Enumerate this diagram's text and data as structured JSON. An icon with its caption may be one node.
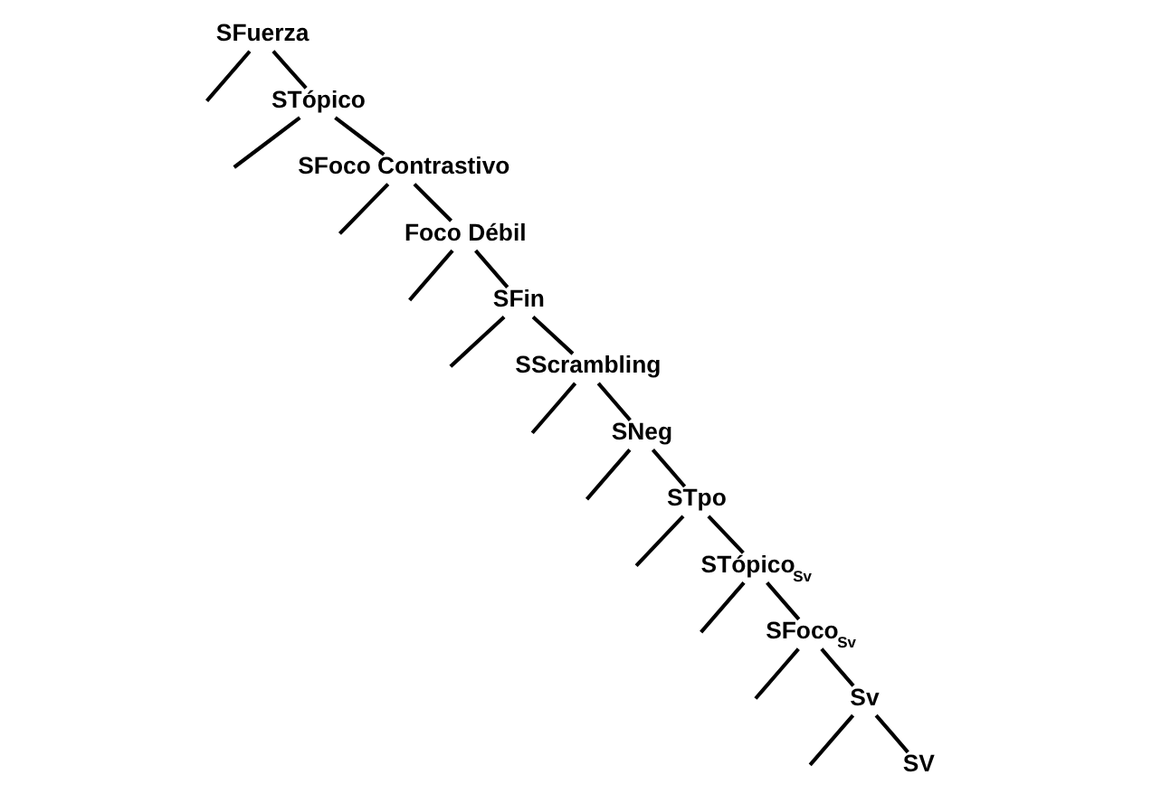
{
  "diagram": {
    "nodes": [
      {
        "text": [
          "SFuerza"
        ]
      },
      {
        "text": [
          "STópico"
        ]
      },
      {
        "text": [
          "SFoco Contrastivo"
        ]
      },
      {
        "text": [
          "Foco Débil"
        ]
      },
      {
        "text": [
          "SFin"
        ]
      },
      {
        "text": [
          "SScrambling"
        ]
      },
      {
        "text": [
          "SNeg"
        ]
      },
      {
        "text": [
          "STpo"
        ]
      },
      {
        "text": [
          "STópico$_{Sv}$"
        ]
      },
      {
        "text": [
          "SFoco$_{Sv}$"
        ]
      },
      {
        "text": [
          "Sv"
        ]
      },
      {
        "text": [
          "SV"
        ]
      }
    ],
    "edges": [
      {
        "from": 0,
        "to": null,
        "arrow": "none"
      },
      {
        "from": 0,
        "to": 1,
        "arrow": "none"
      },
      {
        "from": 1,
        "to": null,
        "arrow": "none"
      },
      {
        "from": 1,
        "to": 2,
        "arrow": "none"
      },
      {
        "from": 2,
        "to": null,
        "arrow": "none"
      },
      {
        "from": 2,
        "to": 3,
        "arrow": "none"
      },
      {
        "from": 3,
        "to": null,
        "arrow": "none"
      },
      {
        "from": 3,
        "to": 4,
        "arrow": "none"
      },
      {
        "from": 4,
        "to": null,
        "arrow": "none"
      },
      {
        "from": 4,
        "to": 5,
        "arrow": "none"
      },
      {
        "from": 5,
        "to": null,
        "arrow": "none"
      },
      {
        "from": 5,
        "to": 6,
        "arrow": "none"
      },
      {
        "from": 6,
        "to": null,
        "arrow": "none"
      },
      {
        "from": 6,
        "to": 7,
        "arrow": "none"
      },
      {
        "from": 7,
        "to": null,
        "arrow": "none"
      },
      {
        "from": 7,
        "to": 8,
        "arrow": "none"
      },
      {
        "from": 8,
        "to": null,
        "arrow": "none"
      },
      {
        "from": 8,
        "to": 9,
        "arrow": "none"
      },
      {
        "from": 9,
        "to": null,
        "arrow": "none"
      },
      {
        "from": 9,
        "to": 10,
        "arrow": "none"
      },
      {
        "from": 10,
        "to": null,
        "arrow": "none"
      },
      {
        "from": 10,
        "to": 11,
        "arrow": "none"
      }
    ]
  }
}
